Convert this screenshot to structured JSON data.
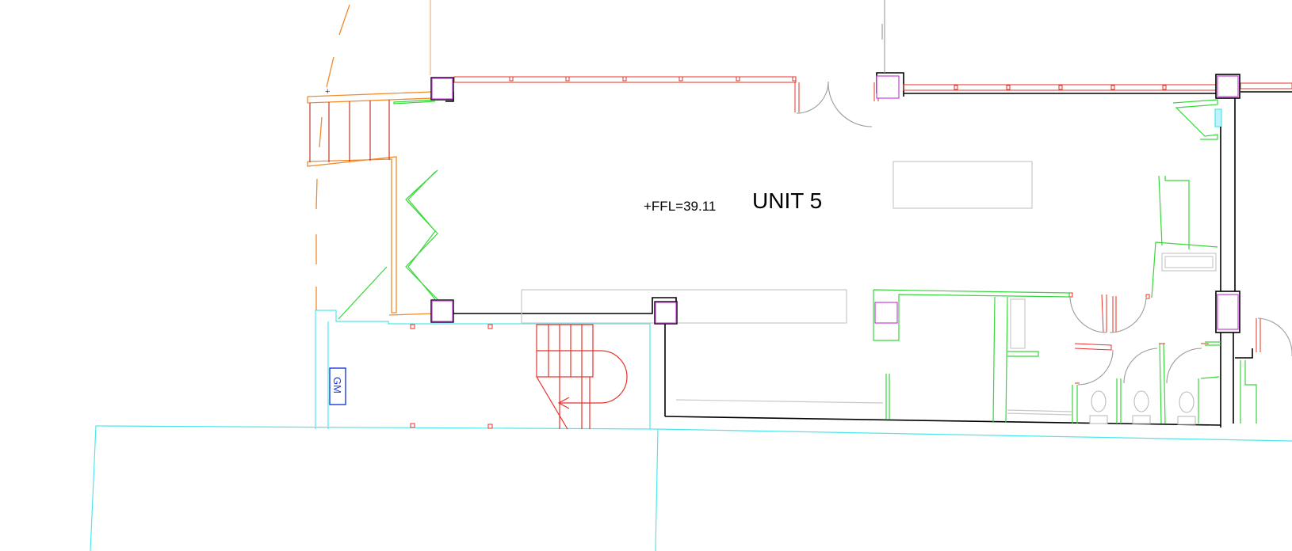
{
  "labels": {
    "unit": "UNIT 5",
    "ffl": "+FFL=39.11",
    "gm": "GM"
  },
  "colors": {
    "wall": "#000000",
    "window": "#e8312a",
    "partition": "#37d63a",
    "column": "#c640d8",
    "boundary": "#4ee6ee",
    "existing": "#f08a2a",
    "door": "#9a9a9a",
    "furniture": "#c8c8c8",
    "meter": "#1c3ad8"
  }
}
